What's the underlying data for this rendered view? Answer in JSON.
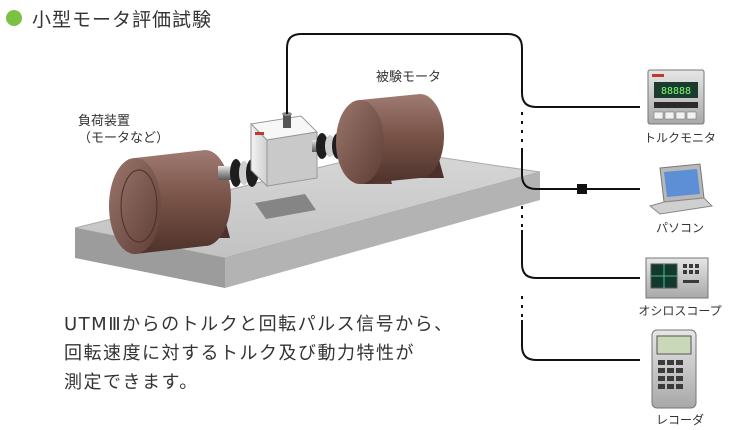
{
  "heading": {
    "title": "小型モータ評価試験",
    "bullet_color": "#7cc242"
  },
  "labels": {
    "test_motor": "被験モータ",
    "load_device": "負荷装置\n（モータなど）"
  },
  "devices": [
    {
      "name": "torque-monitor",
      "label": "トルクモニタ"
    },
    {
      "name": "pc",
      "label": "パソコン"
    },
    {
      "name": "oscilloscope",
      "label": "オシロスコープ"
    },
    {
      "name": "recorder",
      "label": "レコーダ"
    }
  ],
  "description": [
    "UTMⅢからのトルクと回転パルス信号から、",
    "回転速度に対するトルク及び動力特性が",
    "測定できます。"
  ]
}
